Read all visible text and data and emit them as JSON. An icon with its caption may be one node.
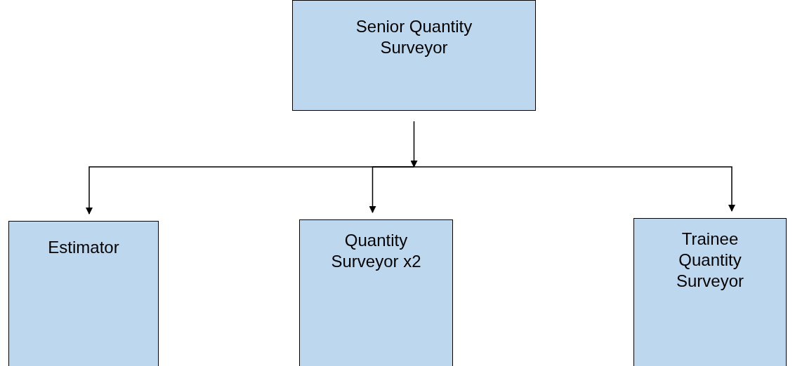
{
  "diagram": {
    "nodes": [
      {
        "text": [
          "Senior Quantity Surveyor"
        ]
      },
      {
        "text": [
          "Estimator"
        ]
      },
      {
        "text": [
          "Quantity Surveyor x2"
        ]
      },
      {
        "text": [
          "Trainee Quantity Surveyor"
        ]
      }
    ],
    "edges": [
      {
        "from": 0,
        "to": 1,
        "arrow": "to"
      },
      {
        "from": 0,
        "to": 2,
        "arrow": "to"
      },
      {
        "from": 0,
        "to": 3,
        "arrow": "to"
      }
    ]
  }
}
